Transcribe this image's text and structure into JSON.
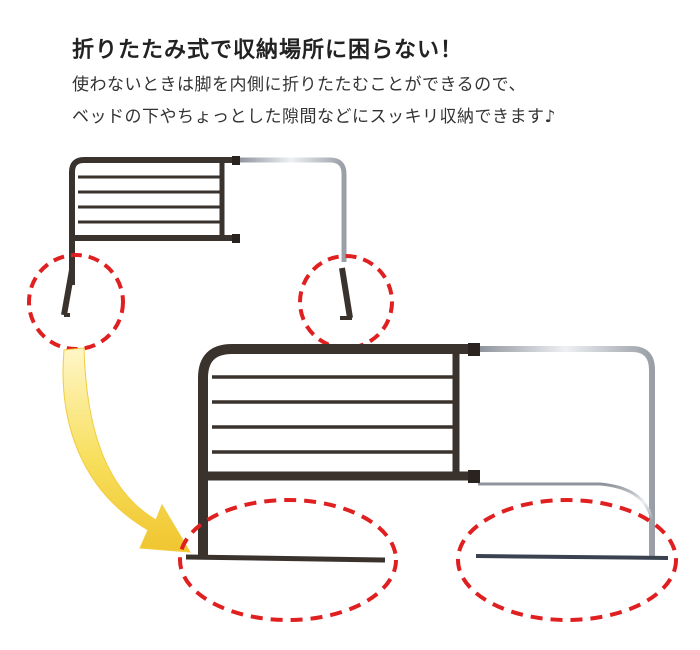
{
  "heading": {
    "title": "折りたたみ式で収納場所に困らない！",
    "line1": "使わないときは脚を内側に折りたたむことができるので、",
    "line2": "ベッドの下やちょっとした隙間などにスッキリ収納できます♪"
  },
  "colors": {
    "frame_brown": "#3a322d",
    "chrome": "#b8bcc4",
    "highlight_circle": "#e02020",
    "arrow": "#f5d54a"
  },
  "illustration": {
    "before_state": "guard-upright-legs-extended",
    "after_state": "guard-folded-legs-flat",
    "icons": [
      "arrow-curved-icon",
      "dashed-circle-icon"
    ]
  }
}
